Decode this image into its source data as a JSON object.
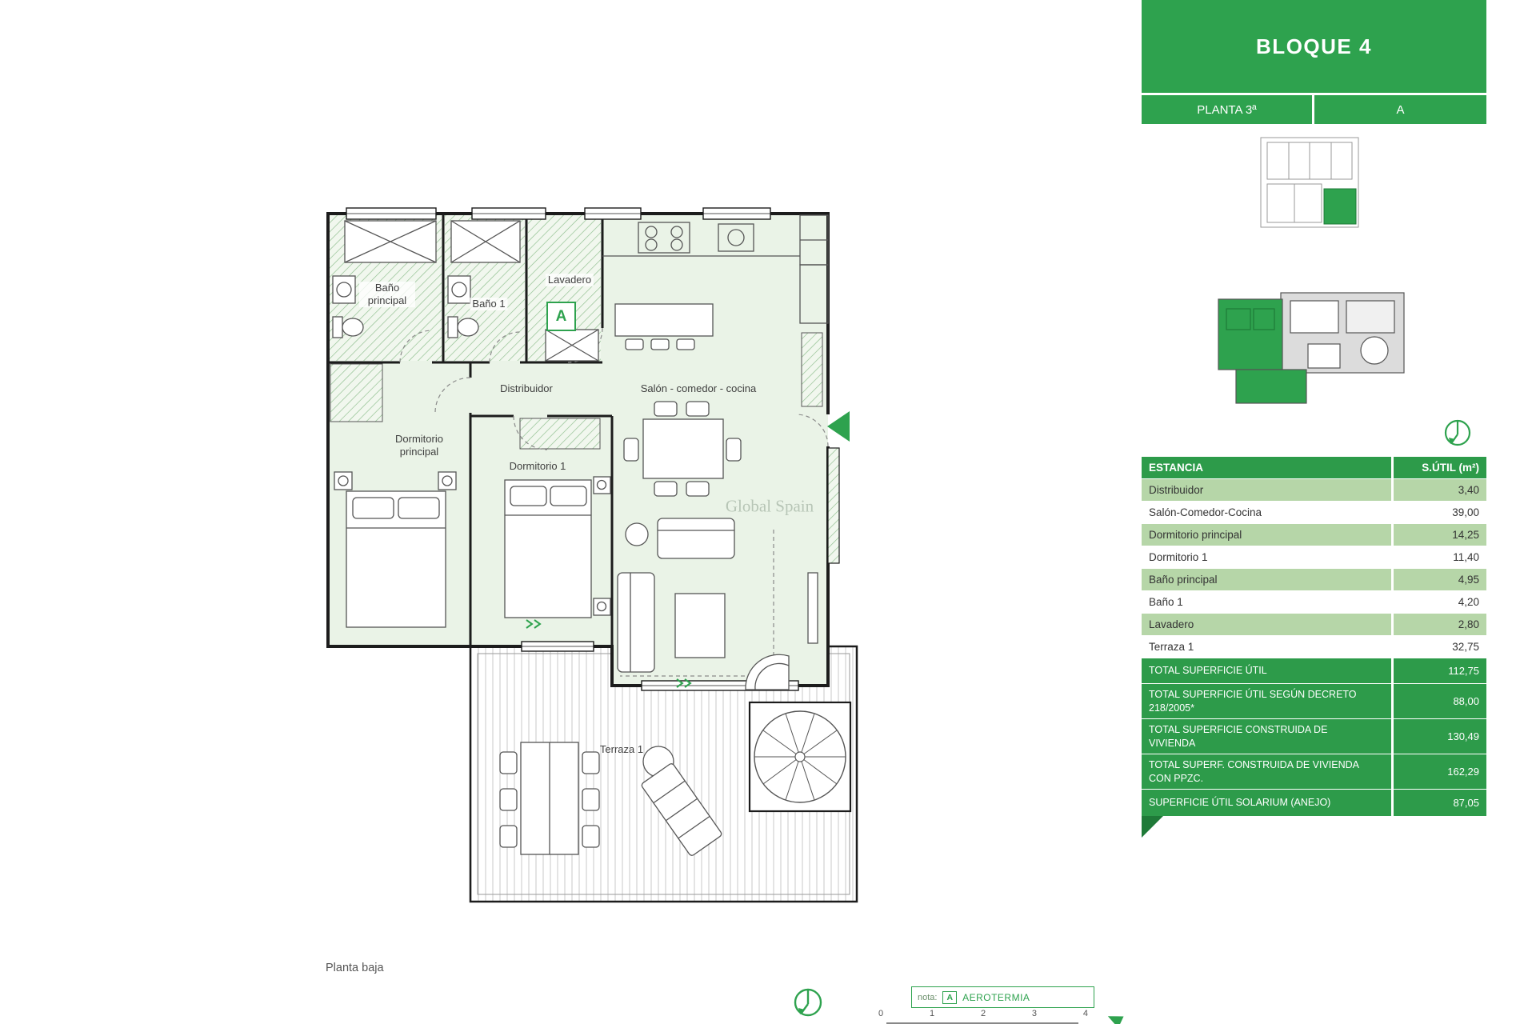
{
  "panel": {
    "title": "BLOQUE 4",
    "floor_label": "PLANTA 3ª",
    "unit_label": "A",
    "table": {
      "col_room": "ESTANCIA",
      "col_area": "S.ÚTIL (m²)",
      "rows": [
        {
          "label": "Distribuidor",
          "value": "3,40"
        },
        {
          "label": "Salón-Comedor-Cocina",
          "value": "39,00"
        },
        {
          "label": "Dormitorio principal",
          "value": "14,25"
        },
        {
          "label": "Dormitorio 1",
          "value": "11,40"
        },
        {
          "label": "Baño principal",
          "value": "4,95"
        },
        {
          "label": "Baño 1",
          "value": "4,20"
        },
        {
          "label": "Lavadero",
          "value": "2,80"
        },
        {
          "label": "Terraza 1",
          "value": "32,75"
        }
      ],
      "totals": [
        {
          "label": "TOTAL SUPERFICIE ÚTIL",
          "value": "112,75"
        },
        {
          "label": "TOTAL SUPERFICIE ÚTIL SEGÚN DECRETO 218/2005*",
          "value": "88,00"
        },
        {
          "label": "TOTAL SUPERFICIE CONSTRUIDA DE VIVIENDA",
          "value": "130,49"
        },
        {
          "label": "TOTAL SUPERF. CONSTRUIDA DE VIVIENDA CON PPZC.",
          "value": "162,29"
        },
        {
          "label": "SUPERFICIE ÚTIL SOLARIUM (ANEJO)",
          "value": "87,05"
        }
      ]
    }
  },
  "plan": {
    "caption": "Planta baja",
    "watermark": "Global Spain",
    "marker": "A",
    "rooms": {
      "bano_principal": "Baño principal",
      "bano_1": "Baño 1",
      "lavadero": "Lavadero",
      "distribuidor": "Distribuidor",
      "salon": "Salón - comedor - cocina",
      "dormitorio_principal": "Dormitorio principal",
      "dormitorio_1": "Dormitorio 1",
      "terraza": "Terraza 1"
    },
    "nota": {
      "label": "nota:",
      "marker": "A",
      "text": "AEROTERMIA"
    },
    "scale_labels": [
      "0",
      "1",
      "2",
      "3",
      "4"
    ]
  },
  "colors": {
    "brand_green": "#2EA24E",
    "table_green": "#2D9B4A",
    "row_light": "#B6D6A8",
    "fold_green": "#1F7A38",
    "hatch_green": "#8CBD8C",
    "wall": "#1C1C1C"
  }
}
